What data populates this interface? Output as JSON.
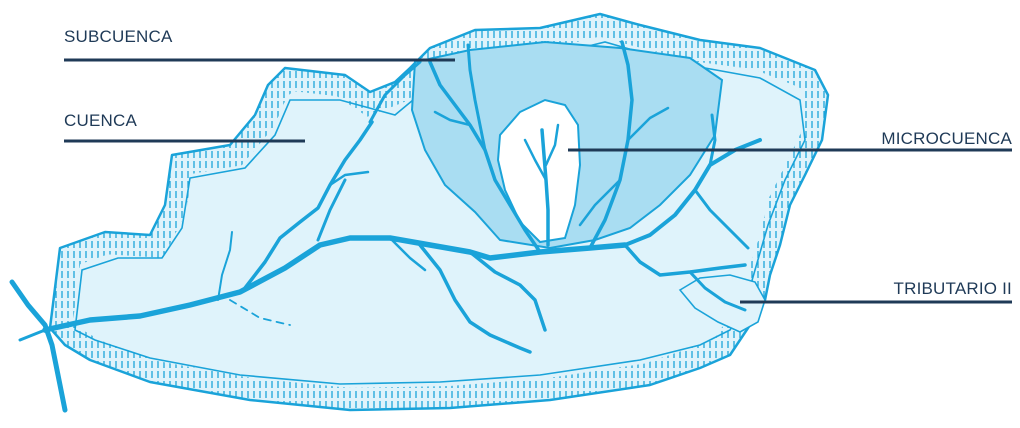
{
  "labels": {
    "subcuenca": "SUBCUENCA",
    "cuenca": "CUENCA",
    "microcuenca": "MICROCUENCA",
    "tributario": "TRIBUTARIO II"
  },
  "colors": {
    "river": "#1aa3d9",
    "basin_fill": "#dff3fb",
    "subbasin_fill": "#a9ddf2",
    "microbasin_fill": "#ffffff",
    "label": "#1f3a57"
  }
}
